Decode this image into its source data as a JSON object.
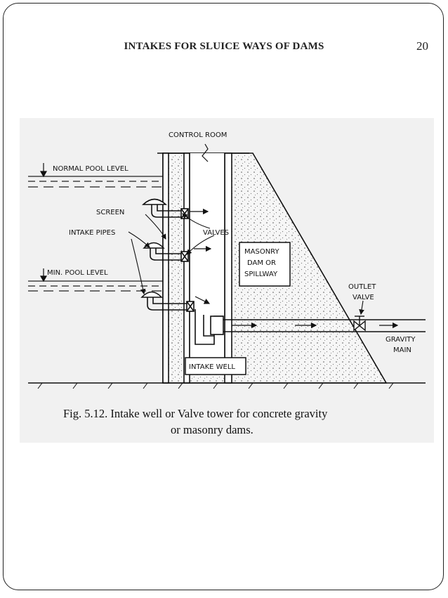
{
  "slide": {
    "title": "INTAKES FOR SLUICE WAYS OF DAMS",
    "page_number": "20"
  },
  "figure": {
    "labels": {
      "control_room": "CONTROL ROOM",
      "normal_pool_level": "NORMAL POOL LEVEL",
      "screen": "SCREEN",
      "intake_pipes": "INTAKE PIPES",
      "min_pool_level": "MIN. POOL LEVEL",
      "valves": "VALVES",
      "masonry_1": "MASONRY",
      "masonry_2": "DAM OR",
      "masonry_3": "SPILLWAY",
      "outlet_valve_1": "OUTLET",
      "outlet_valve_2": "VALVE",
      "gravity_main_1": "GRAVITY",
      "gravity_main_2": "MAIN",
      "intake_well": "INTAKE WELL"
    },
    "caption_line1": "Fig. 5.12. Intake well or Valve tower for concrete gravity",
    "caption_line2": "or masonry dams."
  }
}
